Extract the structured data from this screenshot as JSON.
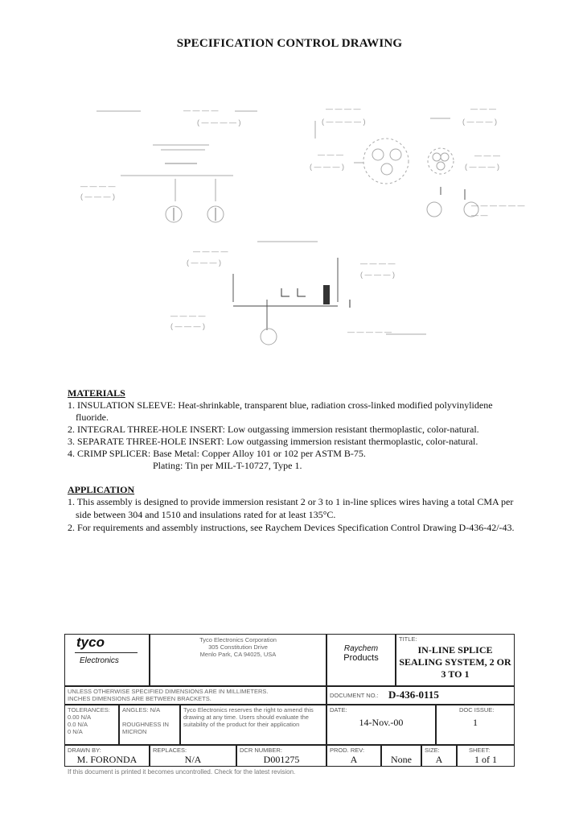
{
  "document_title": "SPECIFICATION CONTROL DRAWING",
  "materials": {
    "heading": "MATERIALS",
    "items": [
      "1. INSULATION SLEEVE: Heat-shrinkable, transparent blue, radiation cross-linked modified  polyvinylidene",
      "fluoride.",
      "2. INTEGRAL THREE-HOLE INSERT: Low outgassing immersion resistant thermoplastic, color-natural.",
      "3. SEPARATE THREE-HOLE INSERT: Low outgassing immersion resistant thermoplastic, color-natural.",
      "4. CRIMP SPLICER: Base Metal: Copper Alloy 101 or 102 per ASTM B-75.",
      "Plating: Tin per MIL-T-10727, Type 1."
    ]
  },
  "application": {
    "heading": "APPLICATION",
    "items": [
      "1. This assembly is designed to provide immersion resistant 2 or 3 to 1 in-line splices wires having a total CMA per",
      "side between 304 and 1510 and insulations rated for at least 135°C.",
      "2. For requirements and assembly instructions, see Raychem Devices Specification Control Drawing D-436-42/-43."
    ]
  },
  "title_block": {
    "logo_main": "tyco",
    "logo_sub": "Electronics",
    "company_lines": [
      "Tyco Electronics Corporation",
      "305 Constitution Drive",
      "Menlo Park, CA  94025, USA"
    ],
    "division": [
      "Raychem",
      "Products"
    ],
    "title_label": "TITLE:",
    "title_lines": [
      "IN-LINE SPLICE",
      "SEALING SYSTEM, 2 OR",
      "3 TO 1"
    ],
    "dim_note_1": "UNLESS OTHERWISE SPECIFIED DIMENSIONS ARE IN MILLIMETERS.",
    "dim_note_2": "INCHES DIMENSIONS ARE BETWEEN BRACKETS.",
    "document_no_label": "DOCUMENT NO.:",
    "document_no": "D-436-0115",
    "tolerances": [
      "TOLERANCES:",
      "0.00  N/A",
      "0.0   N/A",
      "0   N/A"
    ],
    "angles": [
      "ANGLES: N/A",
      "",
      "ROUGHNESS IN",
      "MICRON"
    ],
    "disclaimer": [
      "Tyco Electronics reserves the right to amend this",
      "drawing at any time. Users should evaluate the",
      "suitability of the product for their application"
    ],
    "date_label": "DATE:",
    "date": "14-Nov.-00",
    "doc_issue_label": "DOC ISSUE:",
    "doc_issue": "1",
    "drawn_by_label": "DRAWN BY:",
    "drawn_by": "M. FORONDA",
    "replaces_label": "REPLACES:",
    "replaces": "N/A",
    "dcr_label": "DCR NUMBER:",
    "dcr": "D001275",
    "prod_rev_label": "PROD. REV:",
    "prod_rev": "A",
    "weight_value": "None",
    "size_label": "SIZE:",
    "size": "A",
    "sheet_label": "SHEET:",
    "sheet": "1 of 1"
  },
  "footnote": "If this document is printed it becomes uncontrolled.  Check for the latest revision."
}
